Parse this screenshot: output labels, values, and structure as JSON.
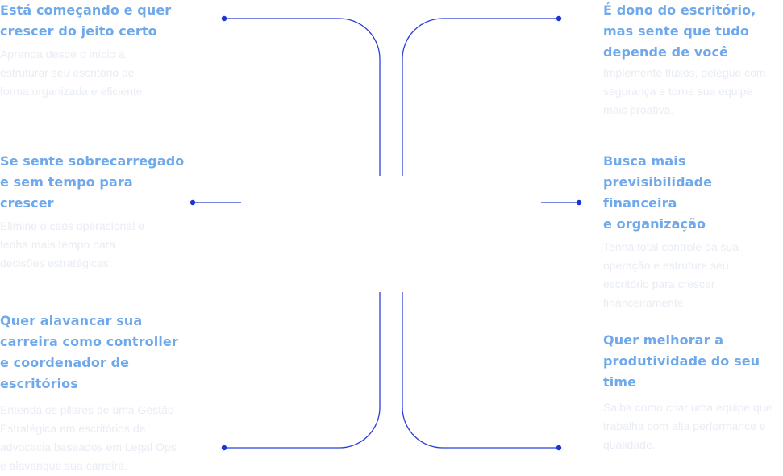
{
  "colors": {
    "title": "#6fa9ec",
    "description": "#e8ecf4",
    "line": "#2b3fd8"
  },
  "items": {
    "top_left": {
      "title_lines": [
        "Está começando e quer",
        "crescer do jeito certo"
      ],
      "desc_lines": [
        "Aprenda desde o início a",
        "estruturar seu escritório de",
        "forma organizada e eficiente."
      ]
    },
    "middle_left": {
      "title_lines": [
        "Se sente sobrecarregado",
        "e sem tempo para",
        "crescer"
      ],
      "desc_lines": [
        "Elimine o caos operacional e",
        "tenha mais tempo para",
        "decisões estratégicas."
      ]
    },
    "bottom_left": {
      "title_lines": [
        "Quer alavancar sua",
        "carreira como controller",
        "e coordenador de",
        "escritórios"
      ],
      "desc_lines": [
        "Entenda os pilares de uma Gestão",
        "Estratégica em escritórios de",
        "advocacia baseados em Legal Ops",
        "e alavanque sua carreira."
      ]
    },
    "top_right": {
      "title_lines": [
        "É dono do escritório,",
        "mas sente que tudo",
        "depende de você"
      ],
      "desc_lines": [
        "Implemente fluxos, delegue com",
        "segurança e torne sua equipe",
        "mais proativa."
      ]
    },
    "middle_right": {
      "title_lines": [
        "Busca mais",
        "previsibilidade financeira",
        "e organização"
      ],
      "desc_lines": [
        "Tenha total controle da sua",
        "operação e estruture seu",
        "escritório para crescer",
        "financeiramente."
      ]
    },
    "bottom_right": {
      "title_lines": [
        "Quer melhorar a",
        "produtividade do seu",
        "time"
      ],
      "desc_lines": [
        "Saiba como criar uma equipe que",
        "trabalha com alta performance e",
        "qualidade."
      ]
    }
  }
}
